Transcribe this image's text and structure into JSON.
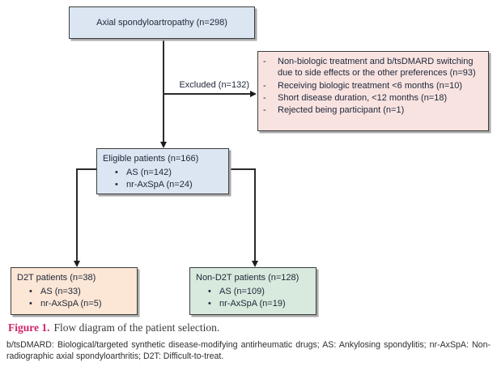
{
  "colors": {
    "box_blue_fill": "#dbe6f2",
    "box_pink_fill": "#f8e3e1",
    "box_peach_fill": "#fce6d5",
    "box_green_fill": "#d8e9dd",
    "box_border": "#3d3d3d",
    "connector": "#2b2b2b",
    "caption_accent": "#cf2368",
    "text": "#1e2638"
  },
  "diagram": {
    "bullet_char": "•",
    "dash_char": "-",
    "top_box": {
      "label": "Axial spondyloartropathy (n=298)"
    },
    "excluded_label": "Excluded (n=132)",
    "excluded_box": {
      "items": [
        "Non-biologic treatment and b/tsDMARD switching due to side effects or the other preferences (n=93)",
        "Receiving biologic treatment <6 months (n=10)",
        "Short disease duration, <12 months (n=18)",
        "Rejected being participant (n=1)"
      ]
    },
    "eligible_box": {
      "title": "Eligible patients (n=166)",
      "bullets": [
        "AS (n=142)",
        "nr-AxSpA (n=24)"
      ]
    },
    "d2t_box": {
      "title": "D2T patients (n=38)",
      "bullets": [
        "AS (n=33)",
        "nr-AxSpA (n=5)"
      ]
    },
    "non_d2t_box": {
      "title": "Non-D2T patients (n=128)",
      "bullets": [
        "AS (n=109)",
        "nr-AxSpA (n=19)"
      ]
    }
  },
  "caption": {
    "prefix": "Figure 1.",
    "text": "Flow diagram of the patient selection."
  },
  "footnote": "b/tsDMARD: Biological/targeted synthetic disease-modifying antirheumatic drugs; AS: Ankylosing spondylitis; nr-AxSpA: Non-radiographic axial spondyloarthritis; D2T: Difficult-to-treat."
}
